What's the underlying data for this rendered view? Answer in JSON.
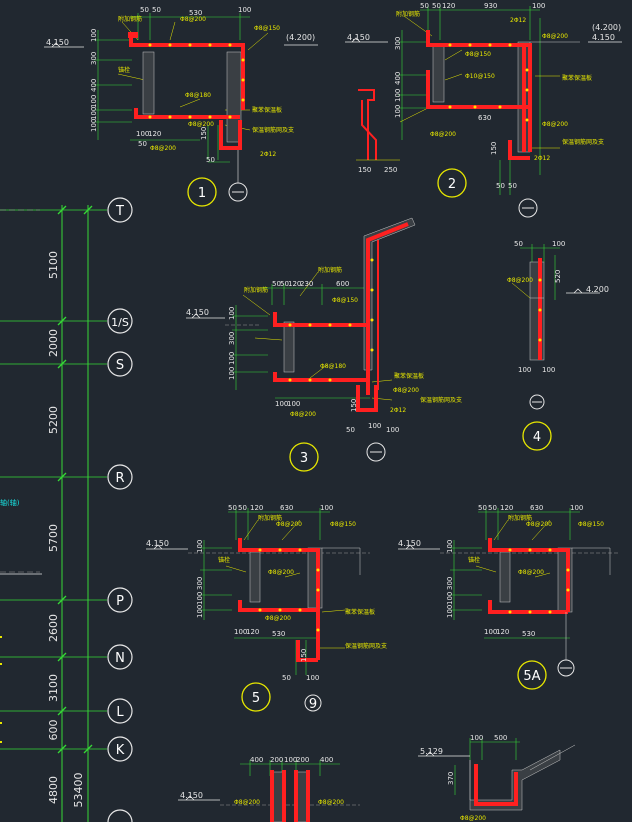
{
  "axis_grid": {
    "bubbles": [
      "T",
      "1/S",
      "S",
      "R",
      "P",
      "N",
      "L",
      "K"
    ],
    "spacings": [
      "5100",
      "2000",
      "5200",
      "5700",
      "2600",
      "3100",
      "600",
      "4800"
    ],
    "total": "53400",
    "cyan_label": "轴(轴)"
  },
  "sections": {
    "s1": {
      "no": "1",
      "level": "4.150",
      "level_paren": "(4.200)",
      "dims": [
        "50",
        "50",
        "530",
        "100",
        "100",
        "300",
        "400",
        "100",
        "100",
        "100",
        "100",
        "100",
        "120",
        "50",
        "150",
        "50"
      ],
      "rebar": [
        "Φ8@200",
        "Φ8@150",
        "Φ8@180",
        "Φ8@200",
        "Φ8@200",
        "2Φ12"
      ],
      "notes": [
        "附加钢筋",
        "聚苯保温板",
        "保温钢筋网及支",
        "锚栓"
      ]
    },
    "s2": {
      "no": "2",
      "level": "4.150",
      "level_paren": "(4.200)",
      "dims": [
        "50",
        "50",
        "120",
        "930",
        "100",
        "300",
        "400",
        "100",
        "100",
        "100",
        "630",
        "150",
        "250",
        "150",
        "50"
      ],
      "rebar": [
        "Φ8@200",
        "Φ8@150",
        "Φ10@150",
        "Φ8@200",
        "Φ8@200",
        "2Φ12",
        "Φ8@200"
      ],
      "notes": [
        "附加钢筋",
        "聚苯保温板",
        "保温钢筋网及支"
      ]
    },
    "s3": {
      "no": "3",
      "level": "4.150",
      "dims": [
        "50",
        "50",
        "120",
        "230",
        "600",
        "100",
        "300",
        "150",
        "100",
        "100",
        "100",
        "100",
        "50",
        "100",
        "150",
        "100"
      ],
      "rebar": [
        "Φ8@150",
        "Φ8@180",
        "Φ8@200",
        "2Φ12",
        "Φ8@200"
      ],
      "notes": [
        "附加钢筋",
        "聚苯保温板",
        "保温钢筋网及支"
      ]
    },
    "s4": {
      "no": "4",
      "level": "4.200",
      "dims": [
        "50",
        "100",
        "100",
        "520",
        "100",
        "100"
      ],
      "rebar": [
        "Φ8@200"
      ]
    },
    "s5": {
      "no": "5",
      "level": "4.150",
      "dims": [
        "50",
        "50",
        "120",
        "630",
        "100",
        "300",
        "100",
        "100",
        "100",
        "100",
        "120",
        "530",
        "150",
        "50",
        "100"
      ],
      "rebar": [
        "Φ8@150",
        "Φ8@200",
        "Φ8@200",
        "Φ8@200"
      ],
      "notes": [
        "附加钢筋",
        "聚苯保温板",
        "保温钢筋网及支"
      ]
    },
    "s5a": {
      "no": "5A",
      "level": "4.150",
      "dims": [
        "50",
        "50",
        "120",
        "630",
        "100",
        "300",
        "100",
        "100",
        "120",
        "530"
      ],
      "rebar": [
        "Φ8@150",
        "Φ8@200",
        "Φ8@200"
      ]
    },
    "s9": {
      "no": "9"
    },
    "s6": {
      "level": "5.129",
      "dims": [
        "100",
        "500",
        "370",
        "100"
      ],
      "rebar": [
        "Φ8@200"
      ]
    },
    "s7": {
      "level": "4.150",
      "dims": [
        "400",
        "200",
        "100",
        "200",
        "400"
      ],
      "rebar": [
        "Φ8@200",
        "Φ8@200"
      ]
    }
  }
}
